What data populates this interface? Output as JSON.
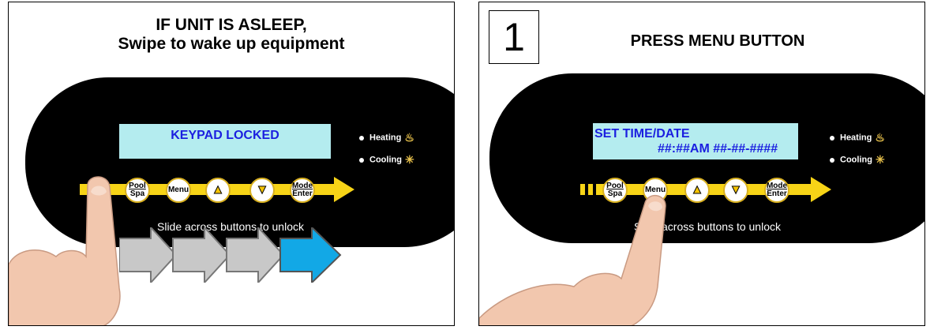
{
  "left_panel": {
    "title_line1": "IF UNIT IS ASLEEP,",
    "title_line2": "Swipe to wake up equipment",
    "lcd_text": "KEYPAD LOCKED",
    "heating_label": "Heating",
    "cooling_label": "Cooling",
    "slide_text": "Slide across buttons to unlock"
  },
  "right_panel": {
    "step_number": "1",
    "title": "PRESS MENU BUTTON",
    "lcd_line1": "SET TIME/DATE",
    "lcd_line2": "##:##AM ##-##-####",
    "heating_label": "Heating",
    "cooling_label": "Cooling",
    "slide_text": "Slide across buttons to unlock"
  },
  "buttons": {
    "pool_label": "Pool",
    "spa_label": "Spa",
    "menu_label": "Menu",
    "up_label": "▲",
    "down_label": "▼",
    "mode_label": "Mode",
    "enter_label": "Enter"
  },
  "icons": {
    "heating": "heating-icon",
    "cooling": "cooling-icon",
    "finger": "pointing-finger-icon",
    "swipe_arrows": "swipe-arrows-icon"
  },
  "colors": {
    "lcd_background": "#b4ecef",
    "lcd_text": "#1b1fe0",
    "track_yellow": "#f7d417",
    "swipe_gray": "#c8c8c8",
    "swipe_blue": "#12a8e6",
    "indicator_gold": "#e8c14b"
  }
}
